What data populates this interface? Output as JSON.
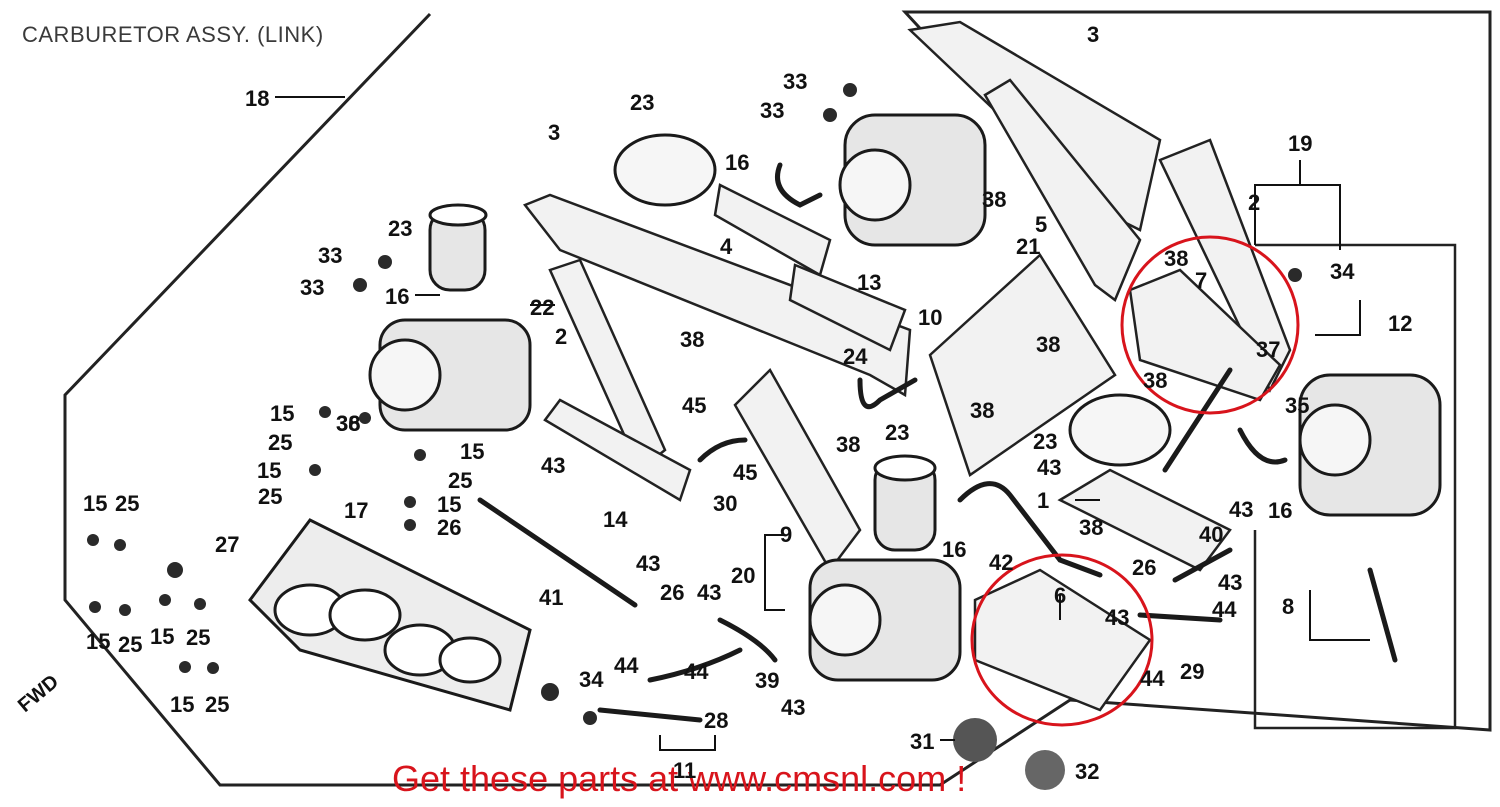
{
  "diagram": {
    "title": "CARBURETOR ASSY. (LINK)",
    "footer": "Get these parts at www.cmsnl.com !",
    "fwd_label": "FWD",
    "highlight_color": "#d8141c",
    "callouts": [
      {
        "id": "c18",
        "label": "18"
      },
      {
        "id": "c3a",
        "label": "3"
      },
      {
        "id": "c3b",
        "label": "3"
      },
      {
        "id": "c23a",
        "label": "23"
      },
      {
        "id": "c23b",
        "label": "23"
      },
      {
        "id": "c23c",
        "label": "23"
      },
      {
        "id": "c23d",
        "label": "23"
      },
      {
        "id": "c33a",
        "label": "33"
      },
      {
        "id": "c33b",
        "label": "33"
      },
      {
        "id": "c33c",
        "label": "33"
      },
      {
        "id": "c33d",
        "label": "33"
      },
      {
        "id": "c16a",
        "label": "16"
      },
      {
        "id": "c16b",
        "label": "16"
      },
      {
        "id": "c16c",
        "label": "16"
      },
      {
        "id": "c16d",
        "label": "16"
      },
      {
        "id": "c4",
        "label": "4"
      },
      {
        "id": "c5",
        "label": "5"
      },
      {
        "id": "c21",
        "label": "21"
      },
      {
        "id": "c38a",
        "label": "38"
      },
      {
        "id": "c38b",
        "label": "38"
      },
      {
        "id": "c38c",
        "label": "38"
      },
      {
        "id": "c38d",
        "label": "38"
      },
      {
        "id": "c38e",
        "label": "38"
      },
      {
        "id": "c38f",
        "label": "38"
      },
      {
        "id": "c38g",
        "label": "38"
      },
      {
        "id": "c38h",
        "label": "38"
      },
      {
        "id": "c38i",
        "label": "38"
      },
      {
        "id": "c19",
        "label": "19"
      },
      {
        "id": "c2a",
        "label": "2"
      },
      {
        "id": "c2b",
        "label": "2"
      },
      {
        "id": "c7",
        "label": "7"
      },
      {
        "id": "c34a",
        "label": "34"
      },
      {
        "id": "c34b",
        "label": "34"
      },
      {
        "id": "c12",
        "label": "12"
      },
      {
        "id": "c13",
        "label": "13"
      },
      {
        "id": "c10",
        "label": "10"
      },
      {
        "id": "c22",
        "label": "22"
      },
      {
        "id": "c24",
        "label": "24"
      },
      {
        "id": "c37",
        "label": "37"
      },
      {
        "id": "c35",
        "label": "35"
      },
      {
        "id": "c15a",
        "label": "15"
      },
      {
        "id": "c15b",
        "label": "15"
      },
      {
        "id": "c15c",
        "label": "15"
      },
      {
        "id": "c15d",
        "label": "15"
      },
      {
        "id": "c15e",
        "label": "15"
      },
      {
        "id": "c15f",
        "label": "15"
      },
      {
        "id": "c15g",
        "label": "15"
      },
      {
        "id": "c15h",
        "label": "15"
      },
      {
        "id": "c25a",
        "label": "25"
      },
      {
        "id": "c25b",
        "label": "25"
      },
      {
        "id": "c25c",
        "label": "25"
      },
      {
        "id": "c25d",
        "label": "25"
      },
      {
        "id": "c25e",
        "label": "25"
      },
      {
        "id": "c25f",
        "label": "25"
      },
      {
        "id": "c25g",
        "label": "25"
      },
      {
        "id": "c26a",
        "label": "26"
      },
      {
        "id": "c26b",
        "label": "26"
      },
      {
        "id": "c26c",
        "label": "26"
      },
      {
        "id": "c36",
        "label": "36"
      },
      {
        "id": "c45a",
        "label": "45"
      },
      {
        "id": "c45b",
        "label": "45"
      },
      {
        "id": "c43a",
        "label": "43"
      },
      {
        "id": "c43b",
        "label": "43"
      },
      {
        "id": "c43c",
        "label": "43"
      },
      {
        "id": "c43d",
        "label": "43"
      },
      {
        "id": "c43e",
        "label": "43"
      },
      {
        "id": "c43f",
        "label": "43"
      },
      {
        "id": "c43g",
        "label": "43"
      },
      {
        "id": "c43h",
        "label": "43"
      },
      {
        "id": "c17",
        "label": "17"
      },
      {
        "id": "c14",
        "label": "14"
      },
      {
        "id": "c30",
        "label": "30"
      },
      {
        "id": "c9",
        "label": "9"
      },
      {
        "id": "c20",
        "label": "20"
      },
      {
        "id": "c1",
        "label": "1"
      },
      {
        "id": "c42",
        "label": "42"
      },
      {
        "id": "c40",
        "label": "40"
      },
      {
        "id": "c8",
        "label": "8"
      },
      {
        "id": "c6",
        "label": "6"
      },
      {
        "id": "c44a",
        "label": "44"
      },
      {
        "id": "c44b",
        "label": "44"
      },
      {
        "id": "c44c",
        "label": "44"
      },
      {
        "id": "c44d",
        "label": "44"
      },
      {
        "id": "c27",
        "label": "27"
      },
      {
        "id": "c41",
        "label": "41"
      },
      {
        "id": "c39",
        "label": "39"
      },
      {
        "id": "c29",
        "label": "29"
      },
      {
        "id": "c28",
        "label": "28"
      },
      {
        "id": "c11",
        "label": "11"
      },
      {
        "id": "c31",
        "label": "31"
      },
      {
        "id": "c32",
        "label": "32"
      }
    ]
  }
}
